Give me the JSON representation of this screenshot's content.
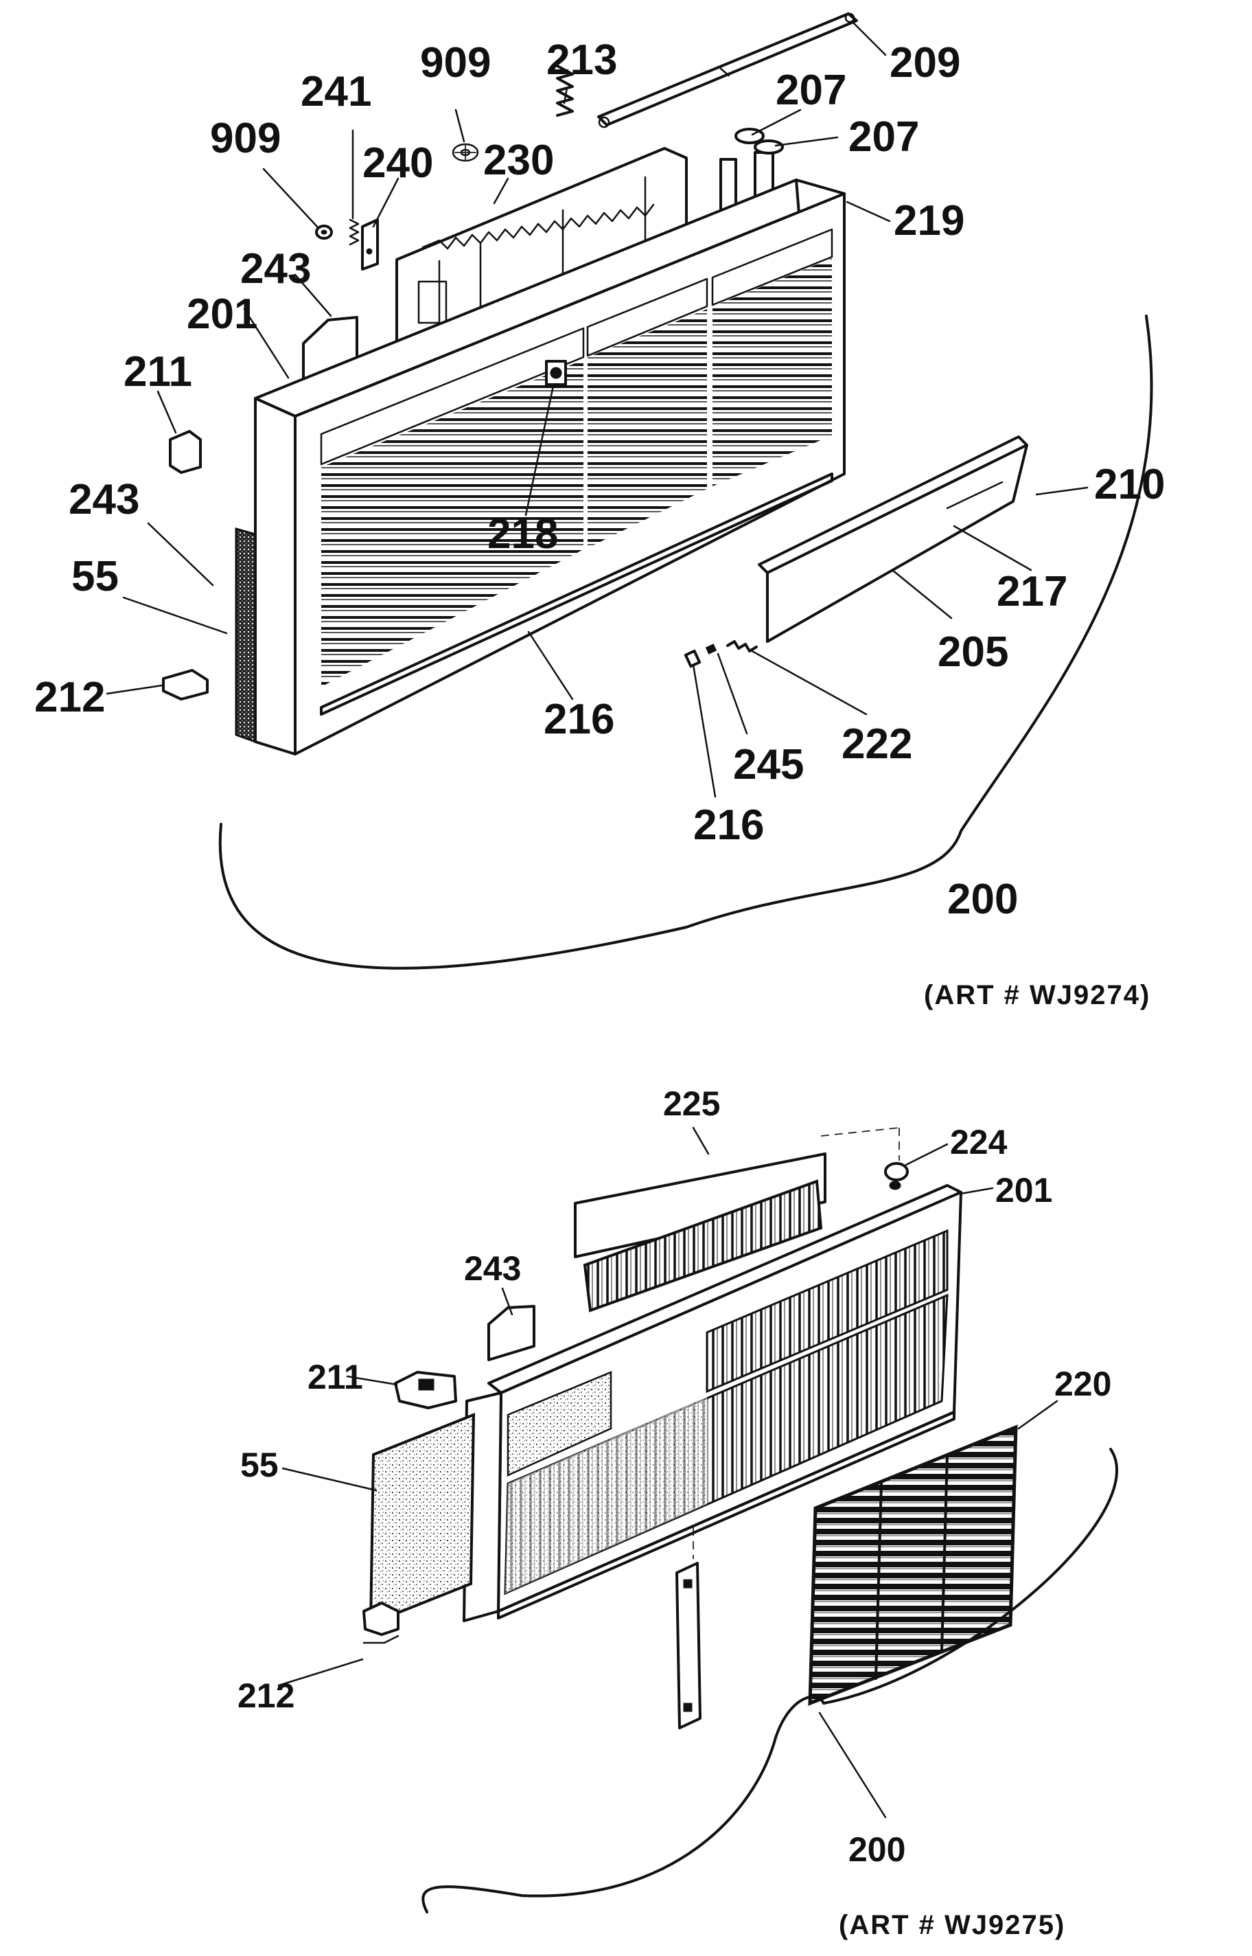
{
  "top_assembly": {
    "art_number": "(ART # WJ9274)",
    "labels": [
      "909",
      "213",
      "241",
      "909",
      "240",
      "209",
      "207",
      "207",
      "230",
      "219",
      "243",
      "201",
      "211",
      "218",
      "210",
      "243",
      "217",
      "55",
      "205",
      "212",
      "216",
      "222",
      "245",
      "216",
      "200"
    ]
  },
  "bottom_assembly": {
    "art_number": "(ART # WJ9275)",
    "labels": [
      "225",
      "224",
      "201",
      "243",
      "211",
      "220",
      "55",
      "212",
      "200"
    ]
  }
}
